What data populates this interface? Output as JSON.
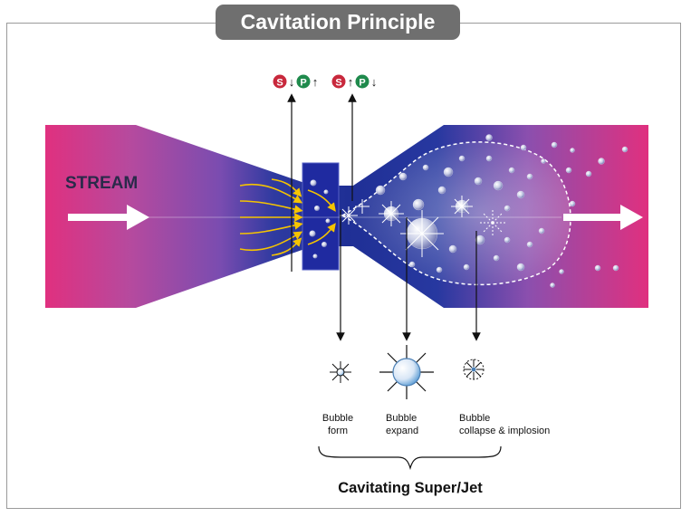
{
  "title": "Cavitation Principle",
  "stream_label": "STREAM",
  "legend_left": {
    "s_symbol": "S",
    "s_arrow": "↓",
    "p_symbol": "P",
    "p_arrow": "↑"
  },
  "legend_right": {
    "s_symbol": "S",
    "s_arrow": "↑",
    "p_symbol": "P",
    "p_arrow": "↓"
  },
  "stages": [
    {
      "line1": "Bubble",
      "line2": "form"
    },
    {
      "line1": "Bubble",
      "line2": "expand"
    },
    {
      "line1": "Bubble",
      "line2": "collapse & implosion"
    }
  ],
  "caption": "Cavitating Super/Jet",
  "colors": {
    "stream_pink": "#e0307f",
    "stream_blue": "#1f2f95",
    "s_badge": "#c8283c",
    "p_badge": "#1f8a4c",
    "title_tab": "#6f6f6f"
  }
}
